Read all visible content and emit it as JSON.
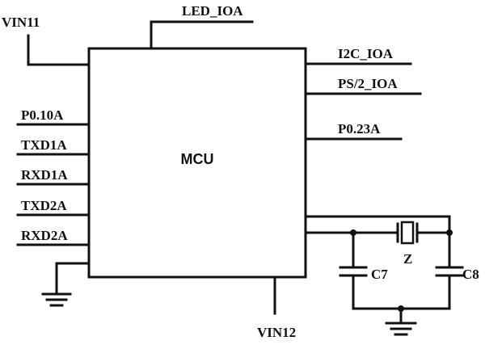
{
  "mcu": {
    "label": "MCU"
  },
  "power": {
    "vin_top": "VIN11",
    "vin_bottom": "VIN12"
  },
  "pins_top": {
    "led": "LED_IOA"
  },
  "pins_right": {
    "i2c": "I2C_IOA",
    "ps2": "PS/2_IOA",
    "p023": "P0.23A"
  },
  "pins_left": {
    "p010": "P0.10A",
    "txd1": "TXD1A",
    "rxd1": "RXD1A",
    "txd2": "TXD2A",
    "rxd2": "RXD2A"
  },
  "crystal": {
    "z": "Z",
    "c7": "C7",
    "c8": "C8"
  }
}
